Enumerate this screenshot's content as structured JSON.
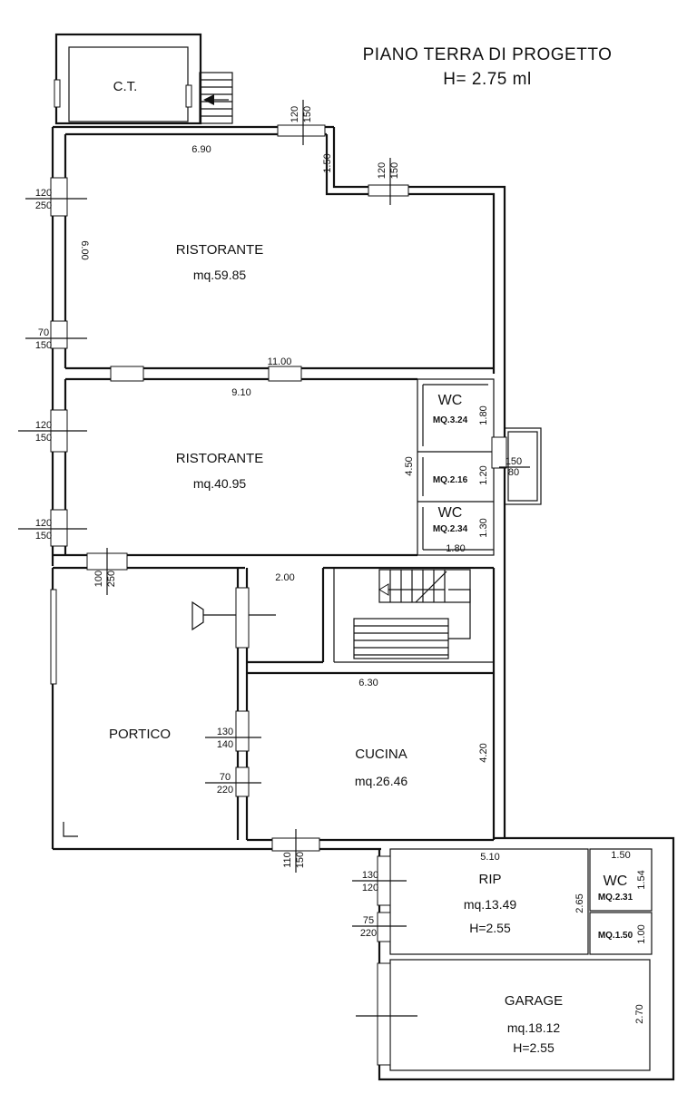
{
  "title": "PIANO TERRA DI PROGETTO",
  "height_note": "H= 2.75 ml",
  "rooms": {
    "ct": {
      "name": "C.T."
    },
    "ristorante1": {
      "name": "RISTORANTE",
      "area": "mq.59.85"
    },
    "ristorante2": {
      "name": "RISTORANTE",
      "area": "mq.40.95"
    },
    "wc1": {
      "name": "WC",
      "area": "MQ.3.24"
    },
    "antibagno": {
      "area": "MQ.2.16"
    },
    "wc2": {
      "name": "WC",
      "area": "MQ.2.34"
    },
    "portico": {
      "name": "PORTICO"
    },
    "cucina": {
      "name": "CUCINA",
      "area": "mq.26.46"
    },
    "rip": {
      "name": "RIP",
      "area": "mq.13.49",
      "height": "H=2.55"
    },
    "wc3": {
      "name": "WC",
      "area": "MQ.2.31"
    },
    "small": {
      "area": "MQ.1.50"
    },
    "garage": {
      "name": "GARAGE",
      "area": "mq.18.12",
      "height": "H=2.55"
    }
  },
  "dimensions": {
    "d_690": "6.90",
    "d_150a": "1.50",
    "d_600": "6.00",
    "d_1100": "11.00",
    "d_910": "9.10",
    "d_180a": "1.80",
    "d_450": "4.50",
    "d_120a": "1.20",
    "d_130a": "1.30",
    "d_180b": "1.80",
    "d_200": "2.00",
    "d_630": "6.30",
    "d_420": "4.20",
    "d_510": "5.10",
    "d_150b": "1.50",
    "d_154": "1.54",
    "d_265": "2.65",
    "d_100": "1.00",
    "d_270": "2.70"
  },
  "openings": {
    "o1_top": "120",
    "o1_bot": "150",
    "o2_top": "120",
    "o2_bot": "150",
    "o3_top": "120",
    "o3_bot": "250",
    "o4_top": "70",
    "o4_bot": "150",
    "o5_top": "120",
    "o5_bot": "150",
    "o6_top": "120",
    "o6_bot": "150",
    "o7_top": "150",
    "o7_bot": "80",
    "o8_top": "100",
    "o8_bot": "250",
    "o9_top": "130",
    "o9_bot": "140",
    "o10_top": "70",
    "o10_bot": "220",
    "o11_top": "110",
    "o11_bot": "150",
    "o12_top": "130",
    "o12_bot": "120",
    "o13_top": "75",
    "o13_bot": "220"
  }
}
